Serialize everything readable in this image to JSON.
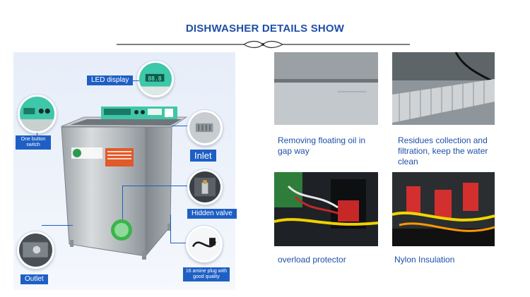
{
  "header": {
    "title": "DISHWASHER DETAILS SHOW"
  },
  "callouts": {
    "led_display": "LED display",
    "one_button_switch": "One button switch",
    "inlet": "Inlet",
    "hidden_valve": "Hidden valve",
    "outlet": "Outlet",
    "plug": "16 amine plug with good quality"
  },
  "details": [
    {
      "caption": "Removing floating oil in gap way"
    },
    {
      "caption": "Residues collection and filtration, keep the water clean"
    },
    {
      "caption": "overload protector"
    },
    {
      "caption": "Nylon Insulation"
    }
  ],
  "colors": {
    "accent": "#1e5fc4",
    "title": "#1e4fa8"
  }
}
